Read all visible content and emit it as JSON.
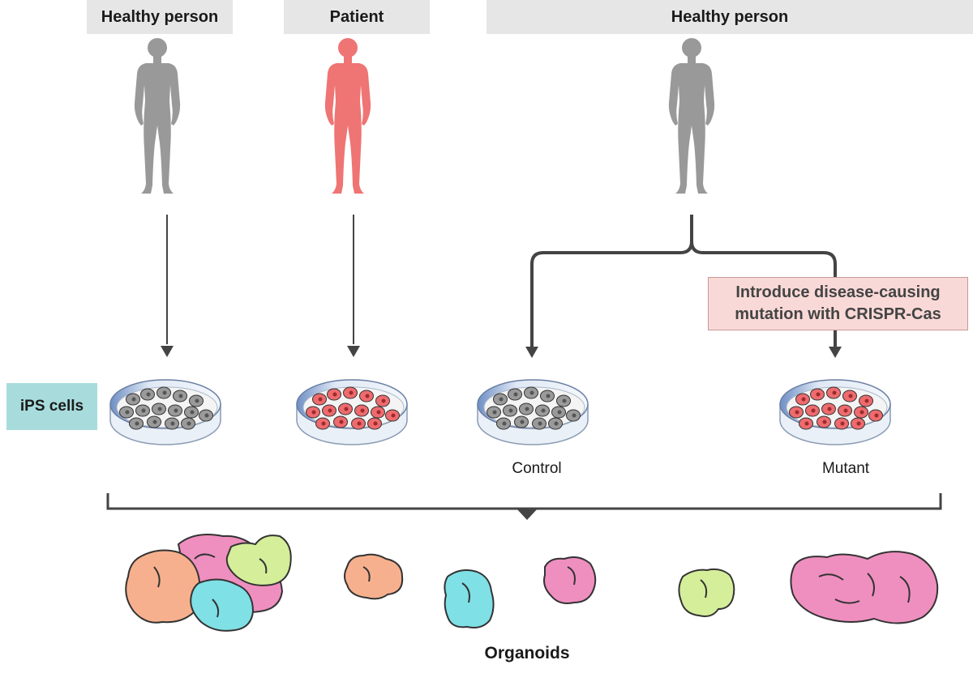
{
  "headers": {
    "healthy_left": "Healthy person",
    "patient": "Patient",
    "healthy_right": "Healthy person"
  },
  "labels": {
    "ips_cells": "iPS cells",
    "crispr_line1": "Introduce disease-causing",
    "crispr_line2": "mutation with CRISPR-Cas",
    "control": "Control",
    "mutant": "Mutant",
    "organoids": "Organoids"
  },
  "colors": {
    "healthy": "#999999",
    "patient": "#ef7474",
    "arrow": "#444444",
    "header_bg": "#e6e6e6",
    "ips_bg": "#a8dcdc",
    "crispr_bg": "#f9d9d7",
    "organoid_orange": "#f7b08e",
    "organoid_pink": "#ef8fbf",
    "organoid_green": "#d5ee9a",
    "organoid_cyan": "#7fe0e6"
  },
  "icons": {
    "person": "person-silhouette-icon",
    "dish": "petri-dish-icon",
    "organoid": "organoid-blob-icon"
  }
}
